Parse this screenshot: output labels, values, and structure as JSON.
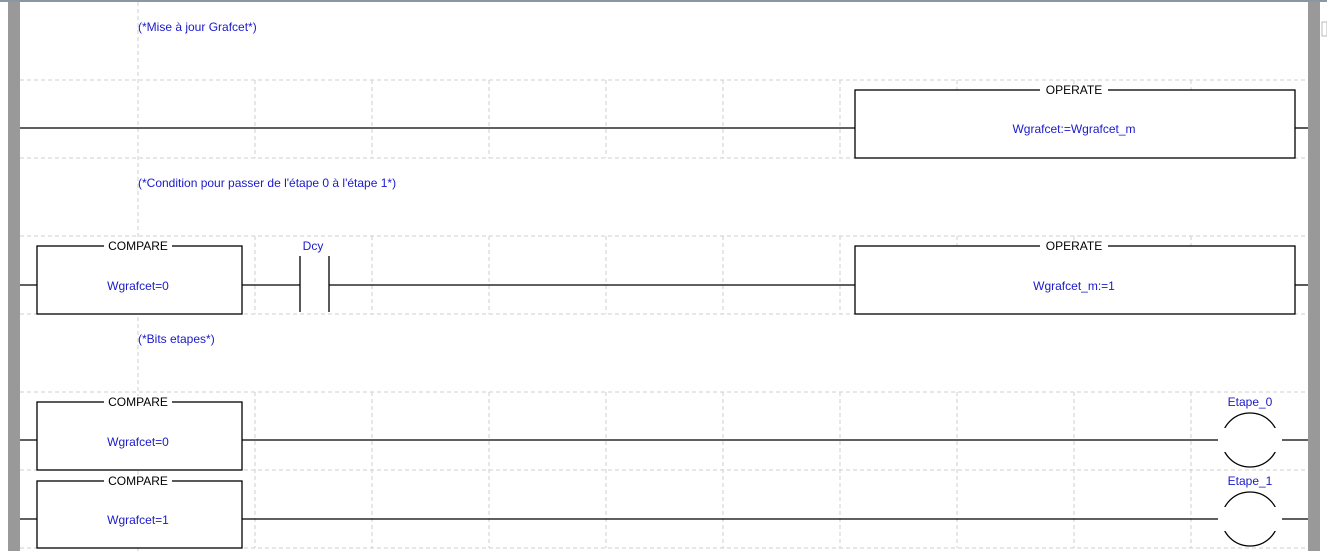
{
  "comments": [
    "(*Mise à jour Grafcet*)",
    "(*Condition pour passer de l'étape 0 à l'étape 1*)",
    "(*Bits etapes*)"
  ],
  "rung1": {
    "block_title": "OPERATE",
    "expression": "Wgrafcet:=Wgrafcet_m"
  },
  "rung2": {
    "compare_title": "COMPARE",
    "compare_expr": "Wgrafcet=0",
    "contact_label": "Dcy",
    "block_title": "OPERATE",
    "expression": "Wgrafcet_m:=1"
  },
  "rung3": {
    "compare_title": "COMPARE",
    "compare_expr": "Wgrafcet=0",
    "coil_label": "Etape_0"
  },
  "rung4": {
    "compare_title": "COMPARE",
    "compare_expr": "Wgrafcet=1",
    "coil_label": "Etape_1"
  },
  "colors": {
    "text": "#1a1acc",
    "rail": "#999999"
  }
}
